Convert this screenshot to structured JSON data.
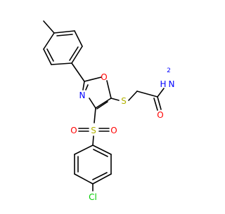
{
  "molecule": {
    "atoms": {
      "O_ring": "O",
      "N_ring": "N",
      "S_thio": "S",
      "S_sulfonyl": "S",
      "O_sulf_left": "O",
      "O_sulf_right": "O",
      "O_amide": "O",
      "NH2_N": "N",
      "NH2_H": "H",
      "NH2_sub": "2",
      "Cl": "Cl"
    },
    "colors": {
      "bond": "#000000",
      "oxygen": "#ff0000",
      "nitrogen": "#0000ff",
      "sulfur": "#b2b200",
      "chlorine": "#00cc00"
    }
  }
}
